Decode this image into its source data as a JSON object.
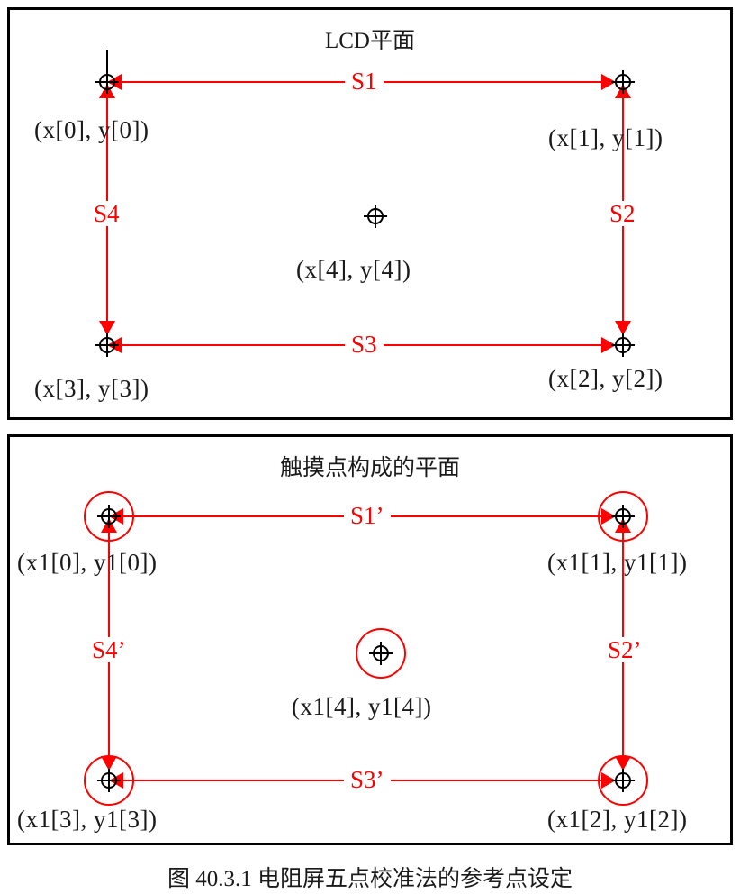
{
  "figure": {
    "caption": "图 40.3.1  电阻屏五点校准法的参考点设定",
    "colors": {
      "line": "#fe0000",
      "marker": "#000000",
      "text": "#1a1a1a",
      "frame": "#000000",
      "background": "#ffffff"
    }
  },
  "panels": [
    {
      "id": "lcd-plane",
      "title": "LCD平面",
      "points": [
        {
          "key": "p0",
          "label": "(x[0], y[0])",
          "position": "top-left"
        },
        {
          "key": "p1",
          "label": "(x[1], y[1])",
          "position": "top-right"
        },
        {
          "key": "p2",
          "label": "(x[2], y[2])",
          "position": "bottom-right"
        },
        {
          "key": "p3",
          "label": "(x[3], y[3])",
          "position": "bottom-left"
        },
        {
          "key": "p4",
          "label": "(x[4], y[4])",
          "position": "center"
        }
      ],
      "segments": [
        {
          "key": "s1",
          "label": "S1",
          "edge": "top"
        },
        {
          "key": "s2",
          "label": "S2",
          "edge": "right"
        },
        {
          "key": "s3",
          "label": "S3",
          "edge": "bottom"
        },
        {
          "key": "s4",
          "label": "S4",
          "edge": "left"
        }
      ]
    },
    {
      "id": "touch-plane",
      "title": "触摸点构成的平面",
      "points": [
        {
          "key": "q0",
          "label": "(x1[0], y1[0])",
          "position": "top-left"
        },
        {
          "key": "q1",
          "label": "(x1[1], y1[1])",
          "position": "top-right"
        },
        {
          "key": "q2",
          "label": "(x1[2], y1[2])",
          "position": "bottom-right"
        },
        {
          "key": "q3",
          "label": "(x1[3], y1[3])",
          "position": "bottom-left"
        },
        {
          "key": "q4",
          "label": "(x1[4], y1[4])",
          "position": "center"
        }
      ],
      "segments": [
        {
          "key": "s1p",
          "label": "S1’",
          "edge": "top"
        },
        {
          "key": "s2p",
          "label": "S2’",
          "edge": "right"
        },
        {
          "key": "s3p",
          "label": "S3’",
          "edge": "bottom"
        },
        {
          "key": "s4p",
          "label": "S4’",
          "edge": "left"
        }
      ]
    }
  ]
}
